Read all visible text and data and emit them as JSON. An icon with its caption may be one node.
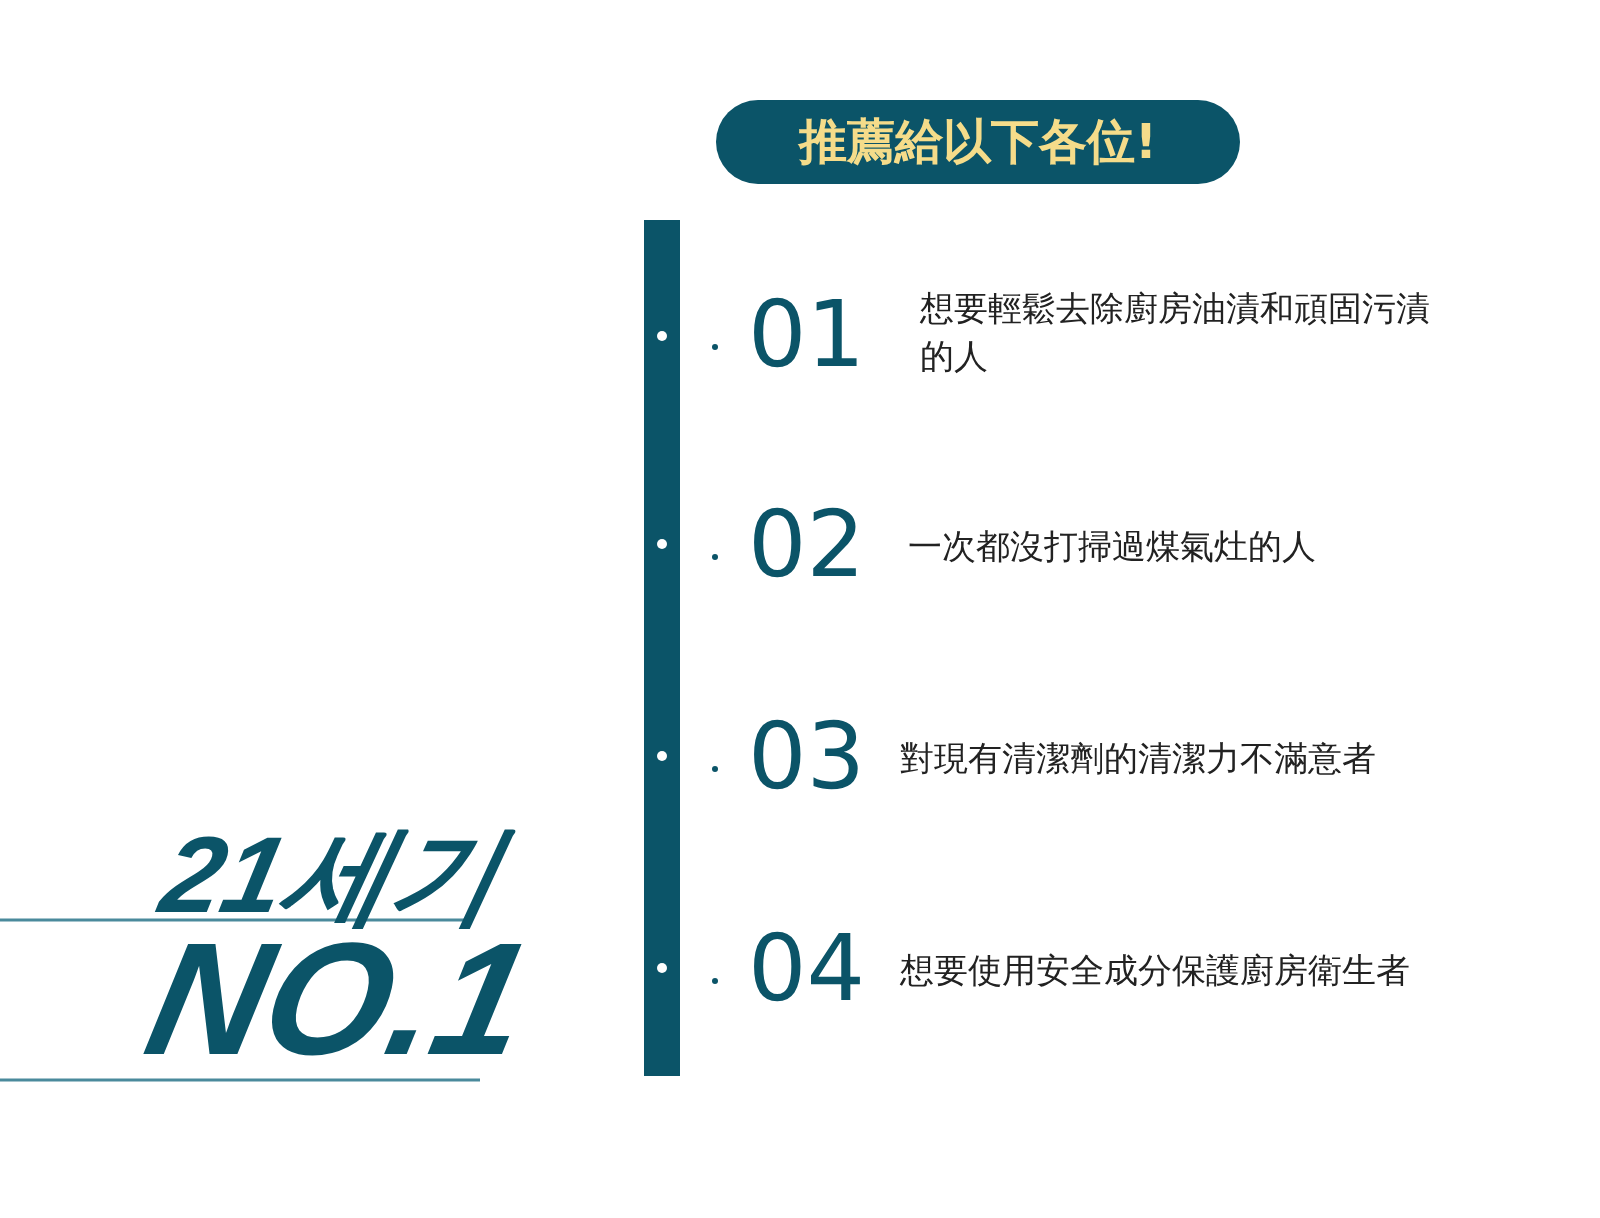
{
  "diagram": {
    "title": "推薦給以下各位!",
    "labels": [
      "01",
      "想要輕鬆去除廚房油漬和頑固污漬的人",
      "02",
      "一次都沒打掃過煤氣灶的人",
      "03",
      "對現有清潔劑的清潔力不滿意者",
      "04",
      "想要使用安全成分保護廚房衛生者",
      "21세기",
      "NO.1"
    ]
  }
}
